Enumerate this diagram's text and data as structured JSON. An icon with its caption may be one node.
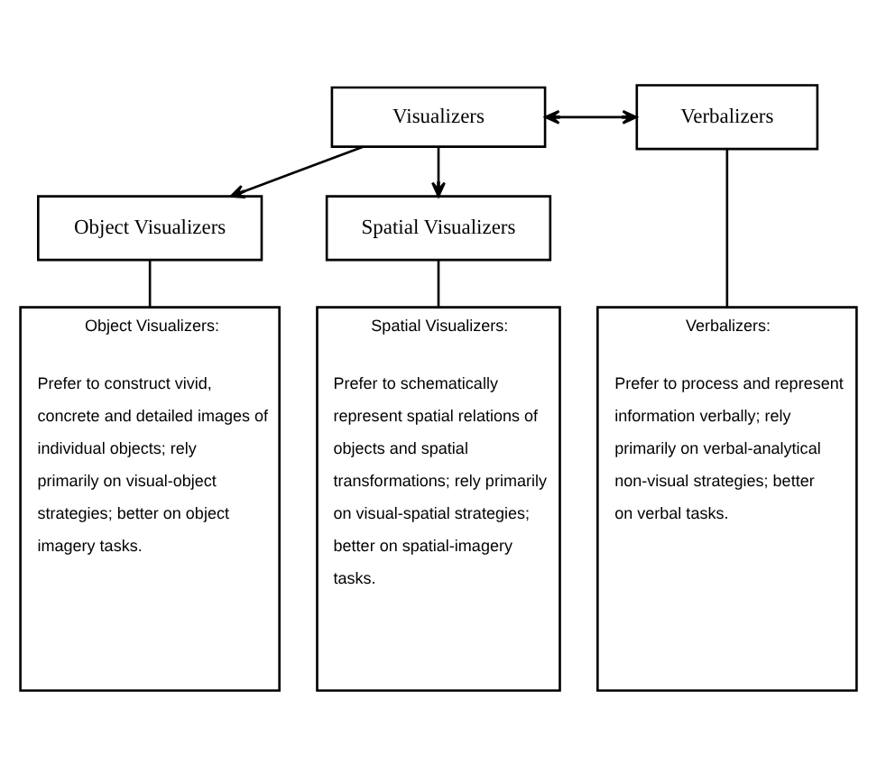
{
  "diagram": {
    "nodes": [
      {
        "text": [
          "Visualizers"
        ]
      },
      {
        "text": [
          "Verbalizers"
        ]
      },
      {
        "text": [
          "Object Visualizers"
        ]
      },
      {
        "text": [
          "Spatial Visualizers"
        ]
      },
      {
        "text": [
          "Object Visualizers:",
          "Prefer to construct vivid, concrete and detailed images of individual objects; rely primarily on visual-object strategies; better on object imagery tasks."
        ]
      },
      {
        "text": [
          "Spatial Visualizers:",
          "Prefer to schematically represent spatial relations of objects and spatial transformations; rely primarily on visual-spatial strategies; better on spatial-imagery tasks."
        ]
      },
      {
        "text": [
          "Verbalizers:",
          "Prefer to process and represent information verbally; rely primarily on verbal-analytical non-visual strategies; better on verbal tasks."
        ]
      }
    ],
    "edges": [
      {
        "from": 0,
        "to": 1,
        "arrow": "both"
      },
      {
        "from": 0,
        "to": 2,
        "arrow": "to"
      },
      {
        "from": 0,
        "to": 3,
        "arrow": "to"
      },
      {
        "from": 2,
        "to": 4,
        "arrow": "none"
      },
      {
        "from": 3,
        "to": 5,
        "arrow": "none"
      },
      {
        "from": 1,
        "to": 6,
        "arrow": "none"
      }
    ]
  }
}
